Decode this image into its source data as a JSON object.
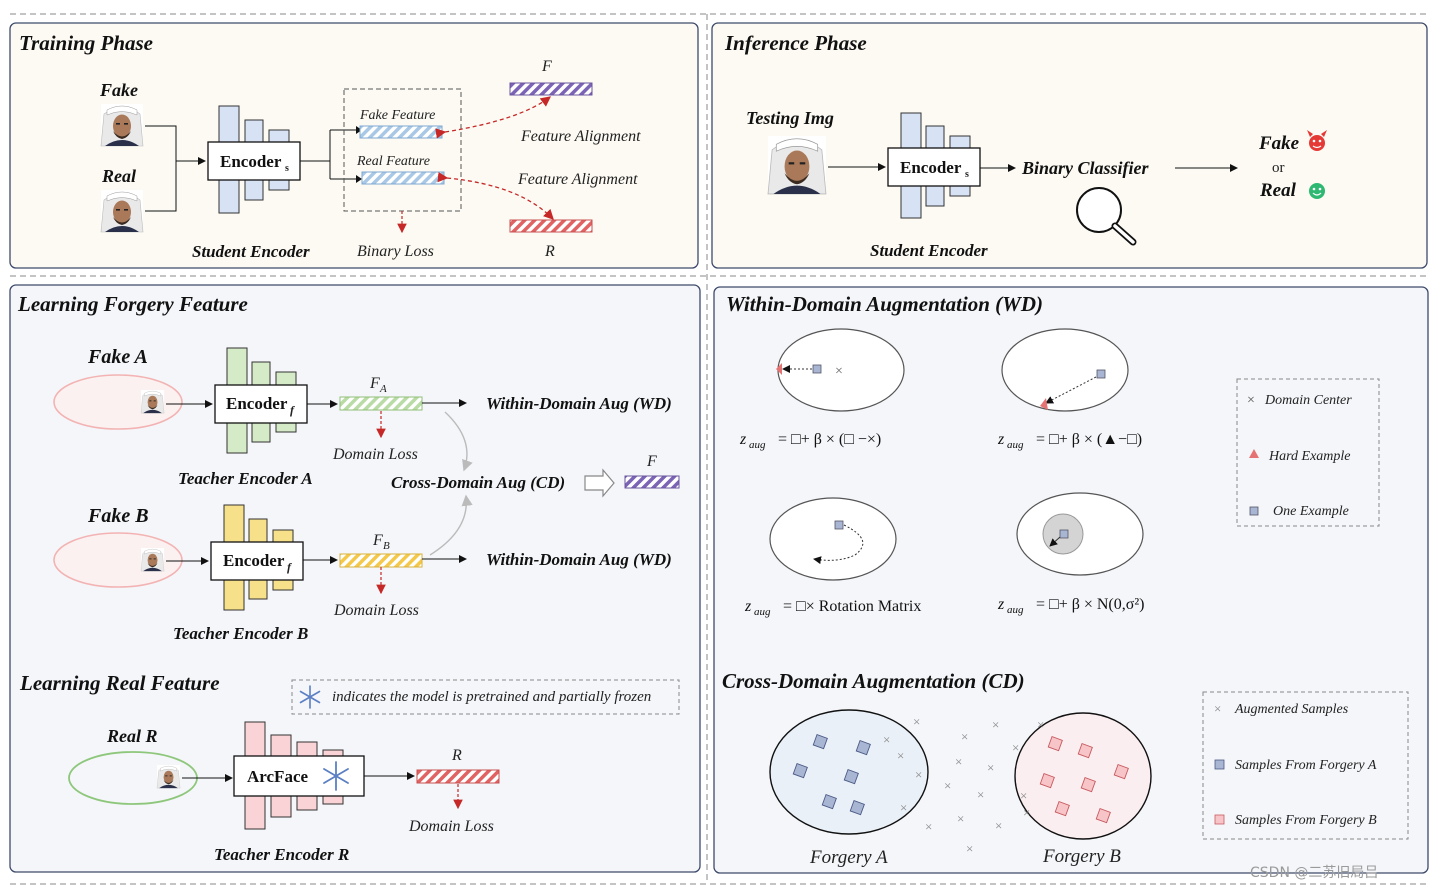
{
  "colors": {
    "top_panel_bg": "#fcfaf2",
    "bottom_panel_bg": "#f4f6f9",
    "panel_border": "#3d4a6b",
    "fake_bar": "#7b63b5",
    "real_bar": "#e06262",
    "feature_blue": "#a8c8e6",
    "green_bar": "#b9dba5",
    "yellow_bar": "#f4dc7a",
    "pink_bar": "#f6c8cc",
    "ellipse_pink": "#f3b3b3",
    "ellipse_green": "#8ec77b"
  },
  "training": {
    "title": "Training Phase",
    "fake_label": "Fake",
    "real_label": "Real",
    "encoder": "Encoder",
    "encoder_sub": "s",
    "encoder_caption": "Student Encoder",
    "fake_feature": "Fake Feature",
    "real_feature": "Real Feature",
    "binary_loss": "Binary Loss",
    "f_label": "F",
    "r_label": "R",
    "align1": "Feature Alignment",
    "align2": "Feature Alignment"
  },
  "inference": {
    "title": "Inference Phase",
    "testing_img": "Testing Img",
    "encoder": "Encoder",
    "encoder_sub": "s",
    "encoder_caption": "Student Encoder",
    "classifier": "Binary Classifier",
    "fake": "Fake",
    "or": "or",
    "real": "Real"
  },
  "forgery": {
    "title": "Learning Forgery Feature",
    "fake_a": "Fake A",
    "fake_b": "Fake B",
    "encoder": "Encoder",
    "encoder_sub": "f",
    "caption_a": "Teacher Encoder A",
    "caption_b": "Teacher Encoder B",
    "fa_main": "F",
    "fa_sub": "A",
    "fb_main": "F",
    "fb_sub": "B",
    "domain_loss": "Domain Loss",
    "wd": "Within-Domain Aug (WD)",
    "cd": "Cross-Domain Aug (CD)",
    "f_label": "F"
  },
  "real_feature": {
    "title": "Learning Real Feature",
    "note": "indicates the model is pretrained and partially frozen",
    "real_r": "Real R",
    "arcface": "ArcFace",
    "caption": "Teacher Encoder R",
    "r_label": "R",
    "domain_loss": "Domain Loss"
  },
  "wd_panel": {
    "title": "Within-Domain Augmentation (WD)",
    "z": "z",
    "z_sub": "aug",
    "f1": "= □+ β × (□ −×)",
    "f2": "= □+ β × (▲−□)",
    "f3": "= □× Rotation Matrix",
    "f4": "= □+ β × N(0,σ²)",
    "legend": [
      "Domain Center",
      "Hard Example",
      "One Example"
    ]
  },
  "cd_panel": {
    "title": "Cross-Domain Augmentation (CD)",
    "forgery_a": "Forgery A",
    "forgery_b": "Forgery B",
    "legend": [
      "Augmented Samples",
      "Samples From Forgery A",
      "Samples From Forgery B"
    ]
  },
  "watermark": "CSDN @二苏旧局吕"
}
